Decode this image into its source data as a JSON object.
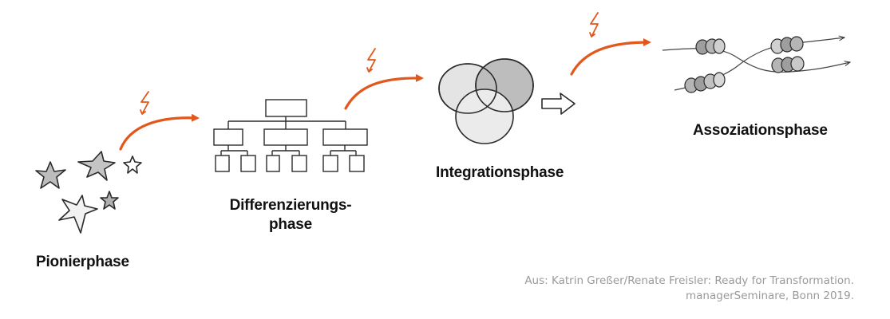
{
  "phases": [
    {
      "id": "pionier",
      "label": "Pionierphase"
    },
    {
      "id": "differenzierung",
      "label_line1": "Differenzierungs-",
      "label_line2": "phase"
    },
    {
      "id": "integration",
      "label": "Integrationsphase"
    },
    {
      "id": "assoziation",
      "label": "Assoziationsphase"
    }
  ],
  "citation": {
    "line1": "Aus: Katrin Greßer/Renate Freisler: Ready for Transformation.",
    "line2": "managerSeminare, Bonn 2019."
  },
  "colors": {
    "accent": "#e2571b",
    "ink": "#222222",
    "fill_light": "#e6e6e6",
    "fill_mid": "#c6c6c6",
    "fill_dark": "#9e9e9e",
    "citation": "#9a9a9a"
  },
  "icons": [
    "star-icon",
    "org-chart-icon",
    "venn-diagram-icon",
    "lightning-icon",
    "outline-arrow-icon",
    "network-strands-icon"
  ]
}
